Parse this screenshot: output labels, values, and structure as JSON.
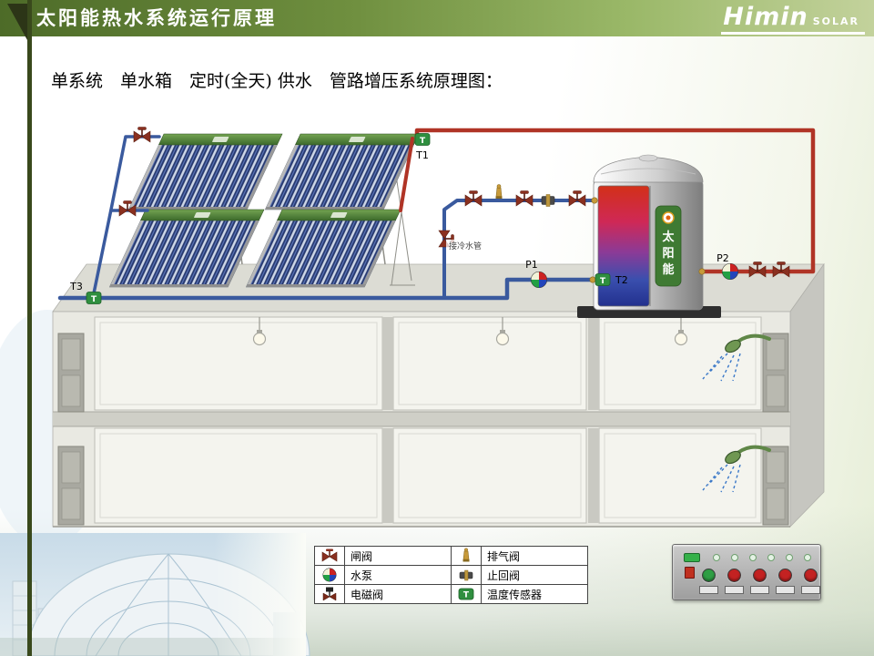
{
  "header": {
    "title": "太阳能热水系统运行原理",
    "logo_brand": "Himin",
    "logo_sub": "SOLAR"
  },
  "subtitle": "单系统　单水箱　定时(全天) 供水　管路增压系统原理图：",
  "diagram": {
    "sensor_letter": "T",
    "labels": {
      "t1": "T1",
      "t2": "T2",
      "t3": "T3",
      "p1": "P1",
      "p2": "P2",
      "cold_water_note": "接冷水管"
    },
    "tank": {
      "brand_chars": [
        "太",
        "阳",
        "能"
      ]
    },
    "colors": {
      "hot_pipe": "#b03426",
      "cold_pipe": "#3a5a9e",
      "collector_tube": "#26386e",
      "manifold_green": "#4f7f3a",
      "tank_label_green": "#3f7a33",
      "sensor_green": "#2f8f3f",
      "valve_red": "#8a3020"
    }
  },
  "legend": {
    "items": [
      {
        "icon": "gate-valve",
        "label": "闸阀"
      },
      {
        "icon": "exhaust-valve",
        "label": "排气阀"
      },
      {
        "icon": "water-pump",
        "label": "水泵"
      },
      {
        "icon": "check-valve",
        "label": "止回阀"
      },
      {
        "icon": "solenoid-valve",
        "label": "电磁阀"
      },
      {
        "icon": "temperature-sensor",
        "label": "温度传感器"
      }
    ]
  },
  "control_panel": {
    "power_light_color": "#35b14a",
    "indicator_count": 6,
    "button_colors": [
      "#2e9e44",
      "#c32222",
      "#c32222",
      "#c32222",
      "#c32222"
    ]
  }
}
